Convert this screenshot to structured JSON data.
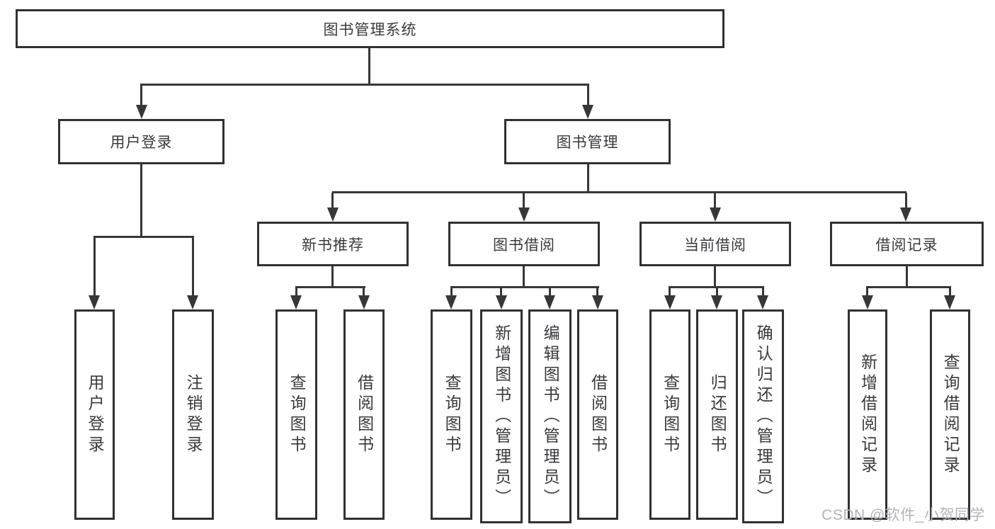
{
  "nodes": {
    "root": "图书管理系统",
    "user_login": "用户登录",
    "book_mgmt": "图书管理",
    "new_books": "新书推荐",
    "book_borrow": "图书借阅",
    "current_borrow": "当前借阅",
    "borrow_records": "借阅记录",
    "leaves": {
      "user_login": [
        "用户登录",
        "注销登录"
      ],
      "new_books": [
        "查询图书",
        "借阅图书"
      ],
      "book_borrow": [
        "查询图书",
        "新增图书（管理员）",
        "编辑图书（管理员）",
        "借阅图书"
      ],
      "current_borrow": [
        "查询图书",
        "归还图书",
        "确认归还（管理员）"
      ],
      "borrow_records": [
        "新增借阅记录",
        "查询借阅记录"
      ]
    }
  },
  "watermark": "CSDN @软件_小贺同学",
  "colors": {
    "line": "#37373a",
    "border": "#313134",
    "text": "#3a3a3d",
    "bg": "#ffffff",
    "watermark": "#b4b4b8"
  }
}
